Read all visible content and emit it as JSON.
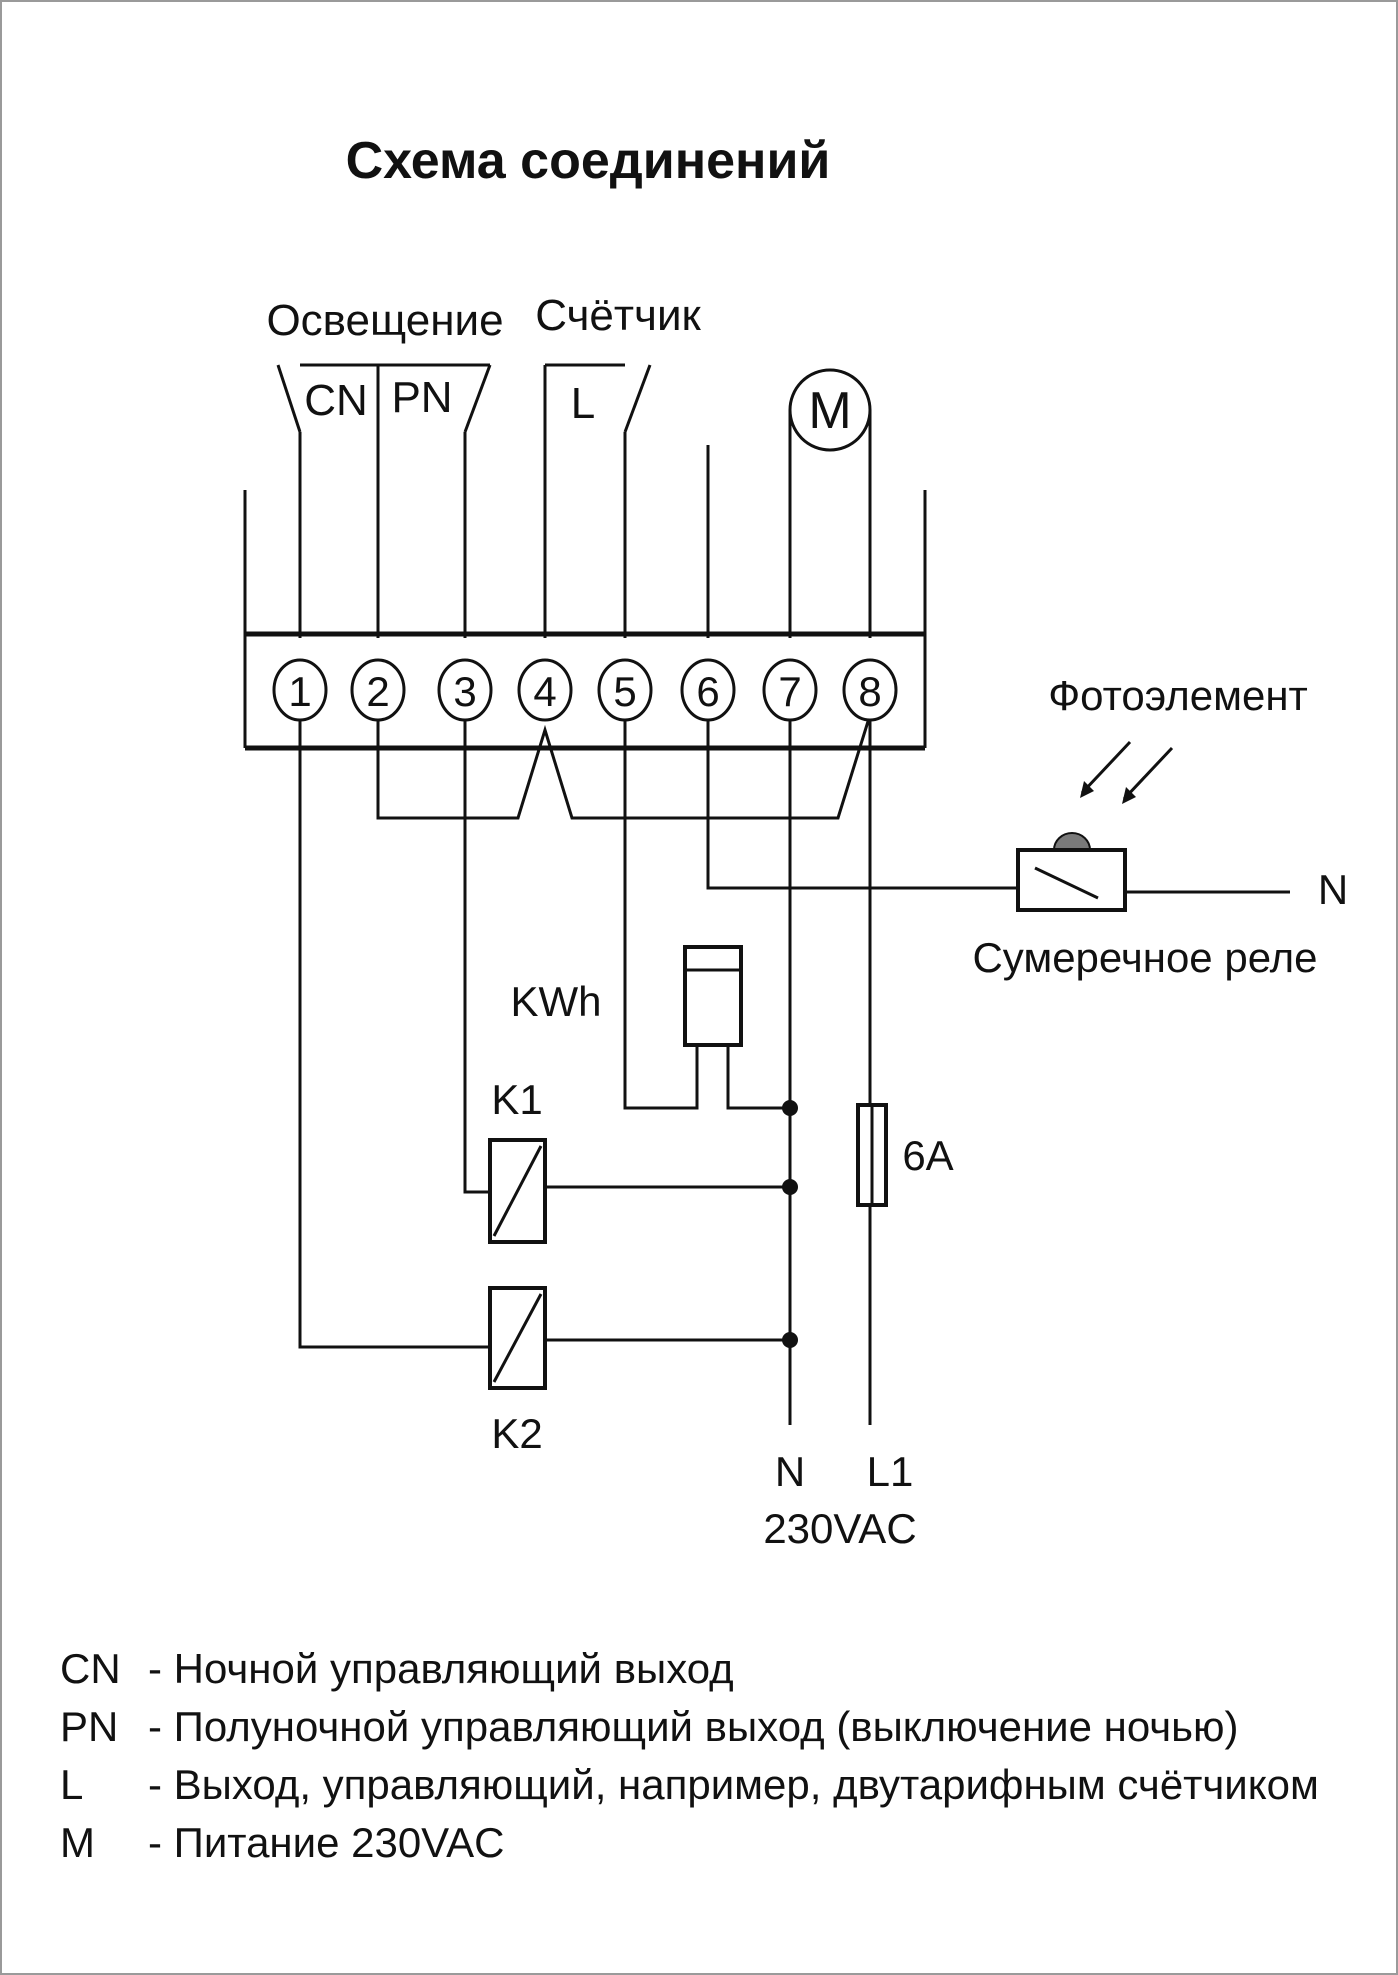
{
  "title": "Схема соединений",
  "labels": {
    "lighting": "Освещение",
    "meter": "Счётчик",
    "cn": "CN",
    "pn": "PN",
    "l": "L",
    "motor": "M",
    "photo": "Фотоэлемент",
    "twilight_relay": "Сумеречное реле",
    "relay_n": "N",
    "kwh": "KWh",
    "k1": "K1",
    "k2": "K2",
    "fuse": "6A",
    "n": "N",
    "l1": "L1",
    "voltage": "230VAC"
  },
  "terminals": [
    "1",
    "2",
    "3",
    "4",
    "5",
    "6",
    "7",
    "8"
  ],
  "legend": [
    {
      "key": "CN",
      "text": "- Ночной управляющий выход"
    },
    {
      "key": "PN",
      "text": "- Полуночной управляющий выход (выключение ночью)"
    },
    {
      "key": "L",
      "text": "- Выход, управляющий, например, двутарифным счётчиком"
    },
    {
      "key": "M",
      "text": "- Питание 230VAC"
    }
  ]
}
